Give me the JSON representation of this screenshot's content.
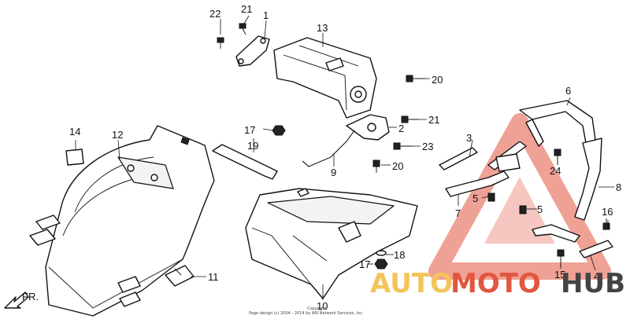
{
  "diagram": {
    "part_numbers": {
      "p1": "1",
      "p2": "2",
      "p3": "3",
      "p4": "4",
      "p5a": "5",
      "p5b": "5",
      "p6": "6",
      "p7": "7",
      "p8": "8",
      "p9": "9",
      "p10": "10",
      "p11": "11",
      "p12": "12",
      "p13": "13",
      "p14": "14",
      "p15": "15",
      "p16": "16",
      "p17a": "17",
      "p17b": "17",
      "p18": "18",
      "p19": "19",
      "p20a": "20",
      "p20b": "20",
      "p21a": "21",
      "p21b": "21",
      "p22": "22",
      "p23": "23",
      "p24": "24"
    },
    "front_label": "FR.",
    "copyright_1": "Copyright",
    "copyright_2": "Page design (c) 2004 - 2014 by ARI Network Services, Inc."
  },
  "watermark": {
    "word_auto": "AUTO",
    "word_moto": "MOTO",
    "word_hub": "HUB",
    "colors": {
      "auto": "#f2c45a",
      "moto": "#e2563f",
      "hub": "#444444",
      "triangle": "#e2563f"
    }
  }
}
